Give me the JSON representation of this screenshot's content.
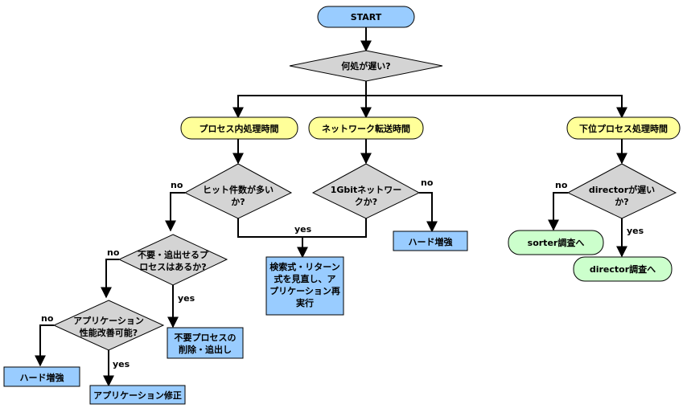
{
  "colors": {
    "start": "#99ccff",
    "process": "#ffff99",
    "decision": "#d4d4d4",
    "action": "#99ccff",
    "terminal": "#ccffcc",
    "line": "#000000"
  },
  "nodes": {
    "start": "START",
    "q_where": "何処が遅い?",
    "p_inproc": "プロセス内処理時間",
    "p_network": "ネットワーク転送時間",
    "p_lower": "下位プロセス処理時間",
    "q_hits": [
      "ヒット件数が多い",
      "か?"
    ],
    "q_gbit": [
      "1Gbitネットワー",
      "クか?"
    ],
    "q_director": [
      "directorが遅い",
      "か?"
    ],
    "q_evict": [
      "不要・追出せるプ",
      "ロセスはあるか?"
    ],
    "q_app": [
      "アプリケーション",
      "性能改善可能?"
    ],
    "a_retry": [
      "検索式・リターン",
      "式を見直し、ア",
      "プリケーション再",
      "実行"
    ],
    "a_hw1": "ハード増強",
    "a_hw2": "ハード増強",
    "a_remove": [
      "不要プロセスの",
      "削除・追出し"
    ],
    "a_appfix": "アプリケーション修正",
    "t_sorter": "sorter調査へ",
    "t_director": "director調査へ"
  },
  "edge_labels": {
    "hits_no": "no",
    "hits_yes": "yes",
    "gbit_no": "no",
    "director_no": "no",
    "director_yes": "yes",
    "evict_no": "no",
    "evict_yes": "yes",
    "app_no": "no",
    "app_yes": "yes"
  }
}
